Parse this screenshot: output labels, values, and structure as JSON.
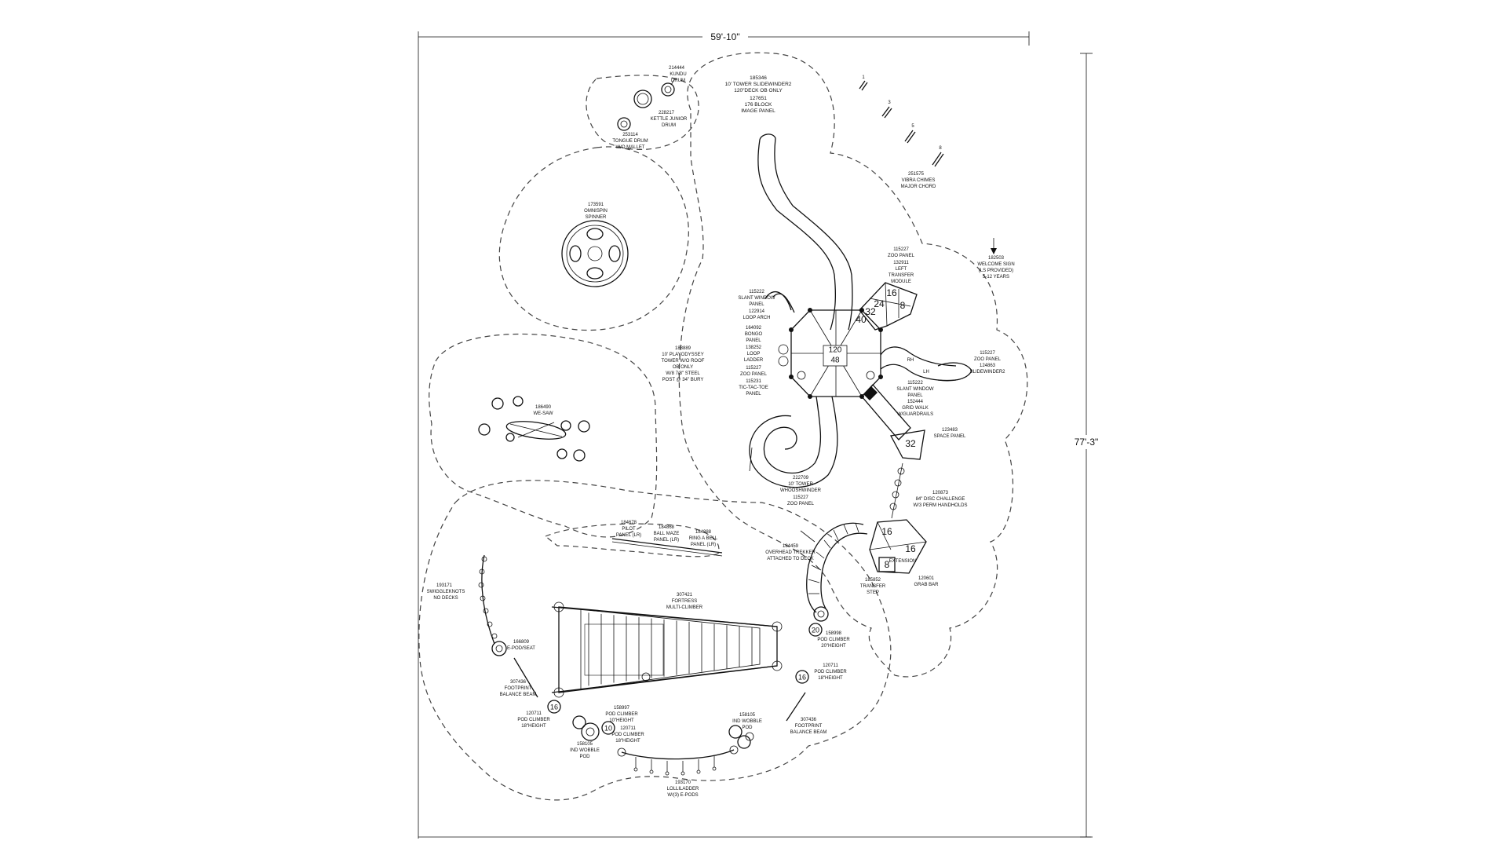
{
  "dimensions": {
    "width": "59'-10\"",
    "height": "77'-3\""
  },
  "labels": {
    "kundu": [
      "214444",
      "KUNDU",
      "DRUM"
    ],
    "kettle": [
      "228217",
      "KETTLE JUNIOR",
      "DRUM"
    ],
    "tongue": [
      "253114",
      "TONGUE DRUM",
      "W/O MALLET"
    ],
    "tower_top": [
      "185346",
      "10' TOWER SLIDEWINDER2",
      "120\"DECK OB ONLY",
      "127651",
      "176 BLOCK",
      "IMAGE PANEL"
    ],
    "chimes_nums": [
      "1",
      "3",
      "5",
      "8"
    ],
    "vibra": [
      "251575",
      "VIBRA CHIMES",
      "MAJOR CHORD"
    ],
    "omnispin": [
      "173591",
      "OMNISPIN",
      "SPINNER"
    ],
    "welcome": [
      "182503",
      "WELCOME SIGN",
      "(LS PROVIDED)",
      "5-12 YEARS"
    ],
    "zoo_left_transfer": [
      "115227",
      "ZOO PANEL",
      "132911",
      "LEFT",
      "TRANSFER",
      "MODULE"
    ],
    "slant_loop": [
      "115222",
      "SLANT WINDOW",
      "PANEL",
      "122914",
      "LOOP ARCH"
    ],
    "playodyssey": [
      "188889",
      "10' PLAYODYSSEY",
      "TOWER W/O ROOF",
      "OB ONLY",
      "W/8 7/8\" STEEL",
      "POST @ 34\" BURY"
    ],
    "bongo_group": [
      "164092",
      "BONGO",
      "PANEL",
      "138252",
      "LOOP",
      "LADDER",
      "115227",
      "ZOO PANEL",
      "115231",
      "TIC-TAC-TOE",
      "PANEL"
    ],
    "zoo_slidewinder": [
      "115227",
      "ZOO PANEL",
      "124863",
      "SLIDEWINDER2"
    ],
    "slant_grid": [
      "115222",
      "SLANT WINDOW",
      "PANEL",
      "152444",
      "GRID WALK",
      "W/GUARDRAILS"
    ],
    "space": [
      "123483",
      "SPACE PANEL"
    ],
    "weesaw": [
      "186490",
      "WE-SAW"
    ],
    "whooshwinder": [
      "222709",
      "10' TOWER",
      "WHOOSHWINDER",
      "115227",
      "ZOO PANEL"
    ],
    "disc": [
      "120873",
      "84\" DISC CHALLENGE",
      "W/3 PERM HANDHOLDS"
    ],
    "pilot": [
      "184678",
      "PILOT",
      "PANEL (LR)"
    ],
    "ballmaze": [
      "184868",
      "BALL MAZE",
      "PANEL (LR)"
    ],
    "ringbell": [
      "184888",
      "RING A BELL",
      "PANEL (LR)"
    ],
    "trekker": [
      "184459",
      "OVERHEAD TREKKER",
      "ATTACHED TO DECK"
    ],
    "transfer_step": [
      "185852",
      "TRANSFER",
      "STEP"
    ],
    "grab_bar": [
      "120601",
      "GRAB BAR"
    ],
    "extension": [
      "EXTENSION"
    ],
    "swiggle": [
      "193171",
      "SWIGGLEKNOTS",
      "NO DECKS"
    ],
    "fortress": [
      "307421",
      "FORTRESS",
      "MULTI-CLIMBER"
    ],
    "epod": [
      "166809",
      "E-POD/SEAT"
    ],
    "pod20": [
      "158998",
      "POD CLIMBER",
      "20\"HEIGHT"
    ],
    "pod18_right": [
      "120711",
      "POD CLIMBER",
      "18\"HEIGHT"
    ],
    "footprint_left": [
      "307436",
      "FOOTPRINT",
      "BALANCE BEAM"
    ],
    "pod18_left": [
      "120711",
      "POD CLIMBER",
      "18\"HEIGHT"
    ],
    "pod_mid": [
      "158997",
      "POD CLIMBER",
      "10\"HEIGHT",
      "120711",
      "POD CLIMBER",
      "18\"HEIGHT"
    ],
    "wobble_right": [
      "158105",
      "IND WOBBLE",
      "POD"
    ],
    "footprint_right": [
      "307436",
      "FOOTPRINT",
      "BALANCE BEAM"
    ],
    "wobble_left": [
      "158105",
      "IND WOBBLE",
      "POD"
    ],
    "lolliladder": [
      "193170",
      "LOLLILADDER",
      "W/(3) E-PODS"
    ],
    "deck_numbers": {
      "main_top": "120",
      "main_bottom": "48",
      "m1": "16",
      "m2": "24",
      "m3": "8",
      "m4": "32",
      "m5": "40",
      "slide32": "32",
      "t1": "16",
      "t2": "16",
      "t3": "8",
      "p20": "20",
      "p16a": "16",
      "p16b": "16",
      "p10": "10"
    },
    "rh": "RH",
    "lh": "LH"
  }
}
